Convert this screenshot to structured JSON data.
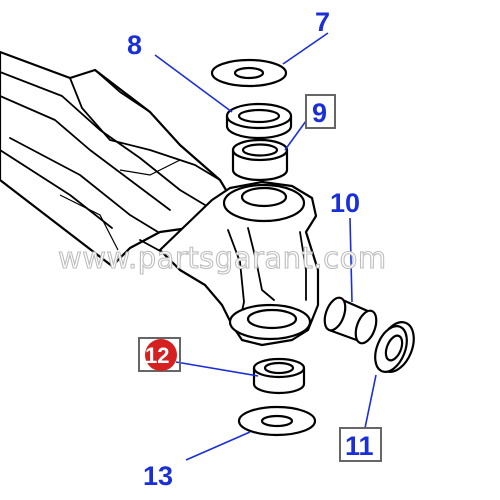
{
  "diagram": {
    "labels": {
      "p7": "7",
      "p8": "8",
      "p9": "9",
      "p10": "10",
      "p11": "11",
      "p12": "12",
      "p13": "13"
    },
    "watermark": "www.partsgarant.com",
    "colors": {
      "callout": "#1a2fd6",
      "highlight": "#d42020",
      "outline": "#000000"
    }
  }
}
